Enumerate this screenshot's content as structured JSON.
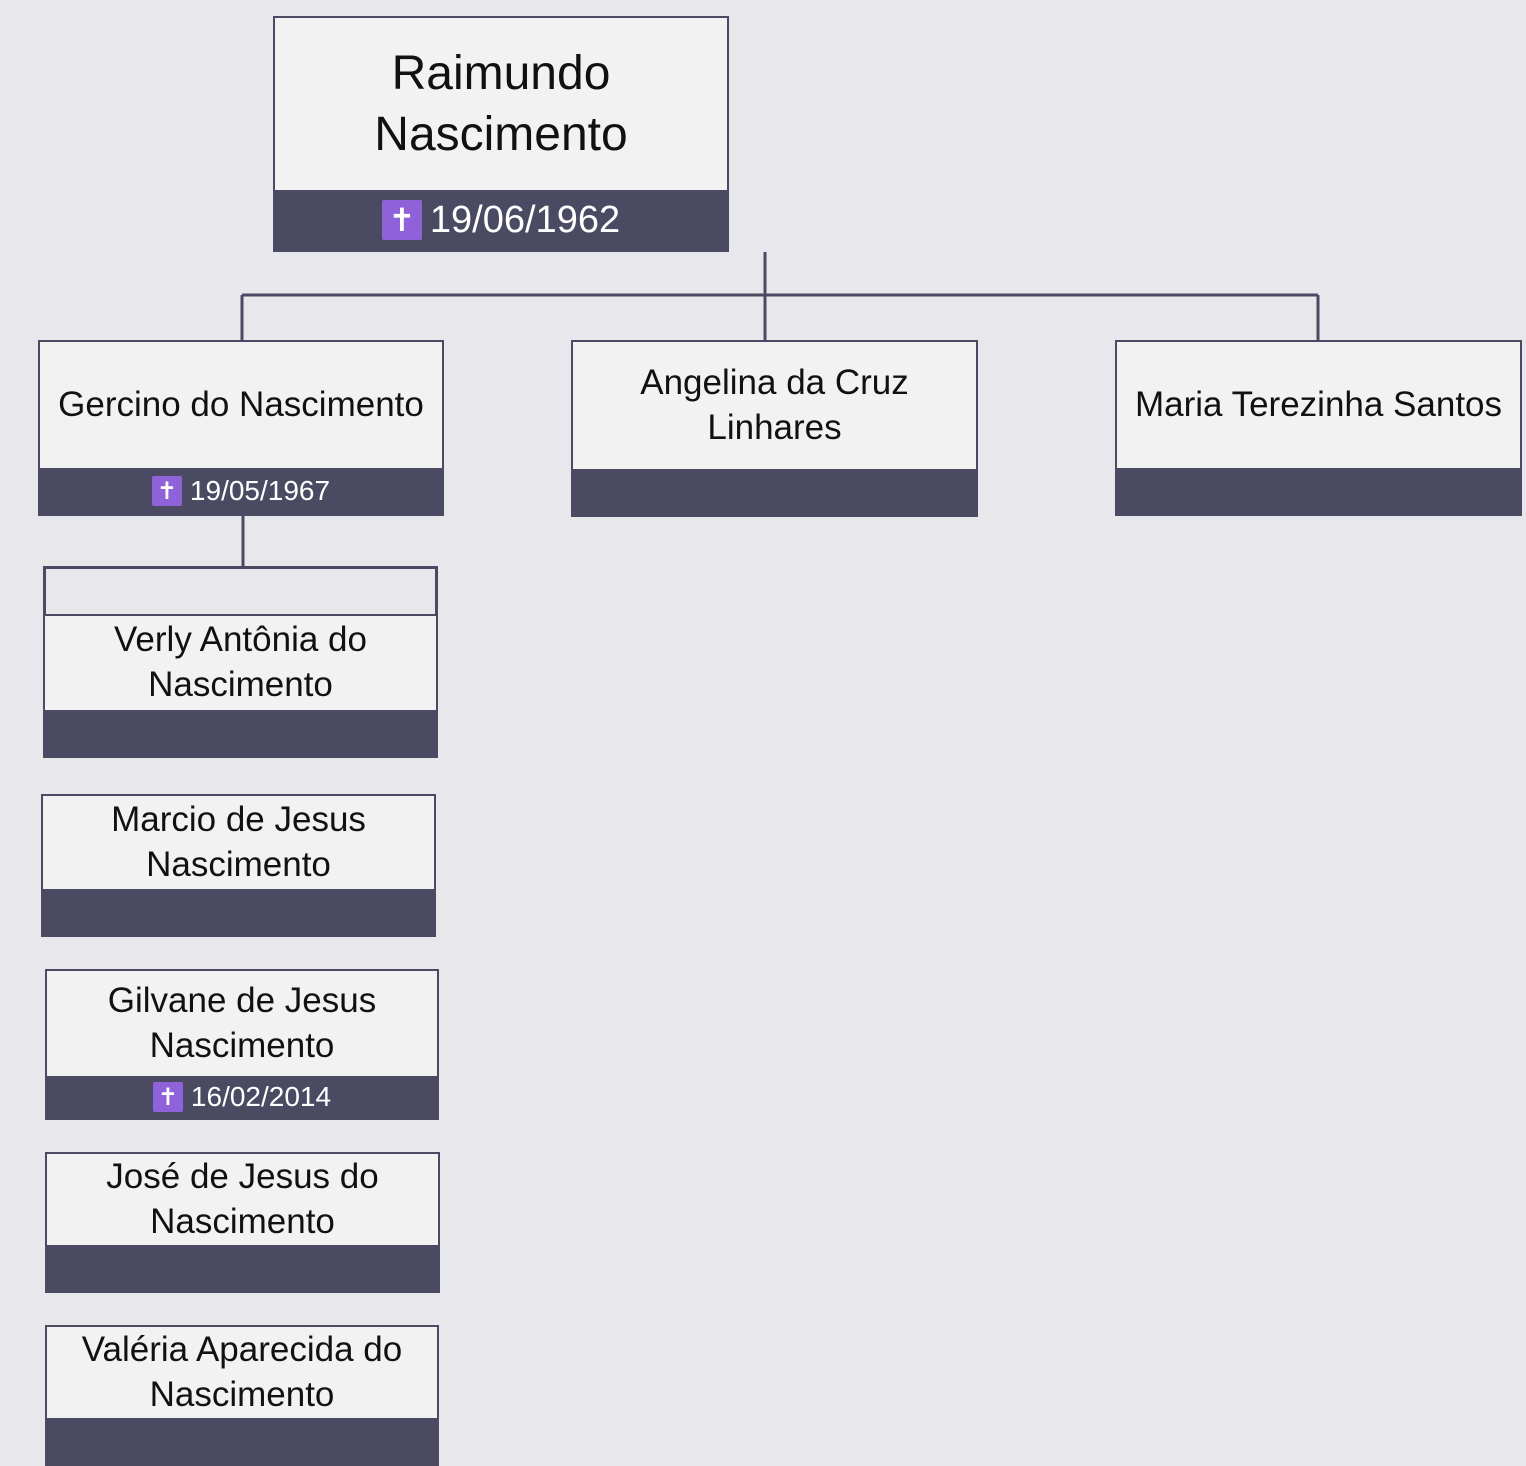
{
  "root": {
    "name": "Raimundo Nascimento",
    "death_symbol": "✝",
    "death_date": "19/06/1962"
  },
  "children": [
    {
      "name": "Gercino do Nascimento",
      "death_symbol": "✝",
      "death_date": "19/05/1967"
    },
    {
      "name": "Angelina da Cruz Linhares"
    },
    {
      "name": "Maria Terezinha Santos"
    }
  ],
  "grandchildren": [
    {
      "name": "Verly Antônia do Nascimento"
    },
    {
      "name": "Marcio de Jesus Nascimento"
    },
    {
      "name": "Gilvane de Jesus Nascimento",
      "death_symbol": "✝",
      "death_date": "16/02/2014"
    },
    {
      "name": "José de Jesus do Nascimento"
    },
    {
      "name": "Valéria Aparecida do Nascimento"
    }
  ],
  "colors": {
    "card_bg": "#f2f2f2",
    "bar": "#4b4a63",
    "cross": "#8f62d9",
    "page_bg": "#e8e8ec"
  }
}
